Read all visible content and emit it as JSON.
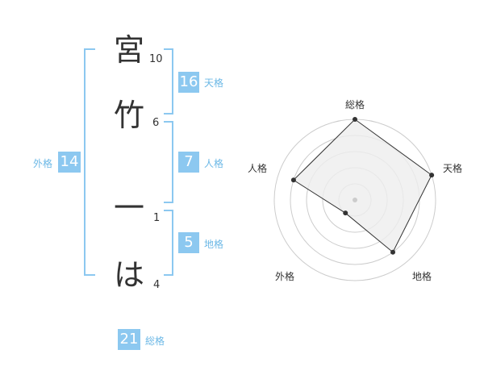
{
  "name": {
    "chars": [
      {
        "char": "宮",
        "strokes": "10"
      },
      {
        "char": "竹",
        "strokes": "6"
      },
      {
        "char": "一",
        "strokes": "1"
      },
      {
        "char": "は",
        "strokes": "4"
      }
    ]
  },
  "kaku": {
    "tenkaku": {
      "value": "16",
      "label": "天格"
    },
    "jinkaku": {
      "value": "7",
      "label": "人格"
    },
    "chikaku": {
      "value": "5",
      "label": "地格"
    },
    "gaikaku": {
      "value": "14",
      "label": "外格"
    },
    "soukaku": {
      "value": "21",
      "label": "総格"
    }
  },
  "radar": {
    "axes": [
      "総格",
      "天格",
      "地格",
      "外格",
      "人格"
    ],
    "levels": 5,
    "values": [
      5,
      5,
      4,
      1,
      4
    ],
    "max": 5,
    "colors": {
      "fill": "#eeeeee",
      "stroke": "#333333",
      "grid": "#cccccc",
      "dot": "#333333",
      "center": "#cccccc"
    }
  }
}
